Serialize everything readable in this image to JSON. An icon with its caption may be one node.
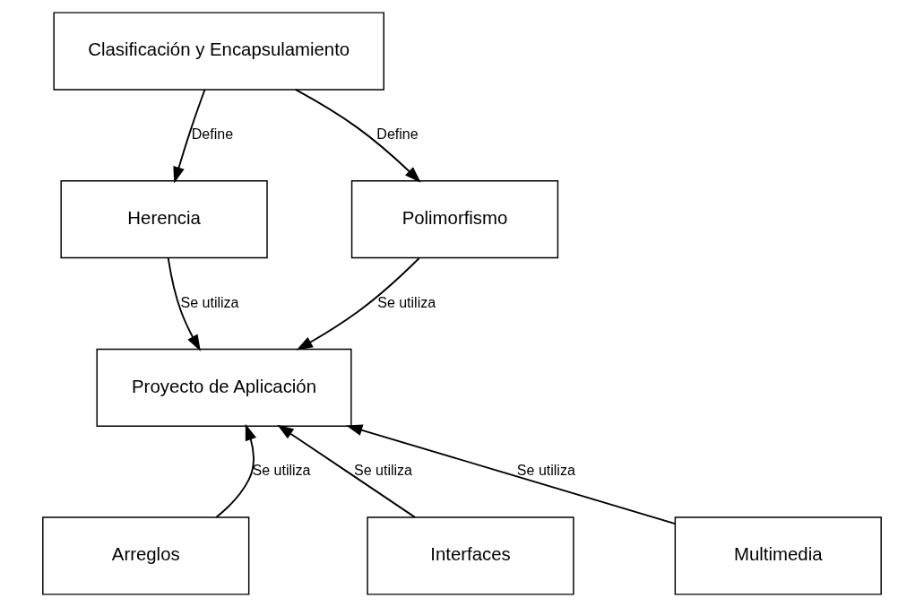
{
  "diagram": {
    "nodes": [
      {
        "text": [
          "Clasificación y Encapsulamiento"
        ]
      },
      {
        "text": [
          "Herencia"
        ]
      },
      {
        "text": [
          "Polimorfismo"
        ]
      },
      {
        "text": [
          "Proyecto de Aplicación"
        ]
      },
      {
        "text": [
          "Arreglos"
        ]
      },
      {
        "text": [
          "Interfaces"
        ]
      },
      {
        "text": [
          "Multimedia"
        ]
      }
    ],
    "edges": [
      {
        "from": 0,
        "to": 1,
        "arrow": "to",
        "label": "Define"
      },
      {
        "from": 0,
        "to": 2,
        "arrow": "to",
        "label": "Define"
      },
      {
        "from": 1,
        "to": 3,
        "arrow": "to",
        "label": "Se utiliza"
      },
      {
        "from": 2,
        "to": 3,
        "arrow": "to",
        "label": "Se utiliza"
      },
      {
        "from": 4,
        "to": 3,
        "arrow": "to",
        "label": "Se utiliza"
      },
      {
        "from": 5,
        "to": 3,
        "arrow": "to",
        "label": "Se utiliza"
      },
      {
        "from": 6,
        "to": 3,
        "arrow": "to",
        "label": "Se utiliza"
      }
    ]
  }
}
